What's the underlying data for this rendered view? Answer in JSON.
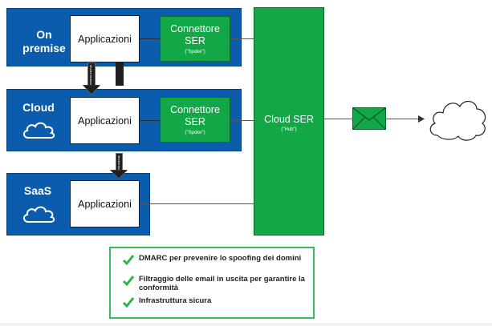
{
  "environments": {
    "on_premise": {
      "label_line1": "On",
      "label_line2": "premise",
      "app_label": "Applicazioni"
    },
    "cloud": {
      "label": "Cloud",
      "app_label": "Applicazioni"
    },
    "saas": {
      "label": "SaaS",
      "app_label": "Applicazioni"
    }
  },
  "connectors": {
    "on_premise": {
      "title_line1": "Connettore",
      "title_line2": "SER",
      "subtitle": "(\"Spoke\")"
    },
    "cloud": {
      "title_line1": "Connettore",
      "title_line2": "SER",
      "subtitle": "(\"Spoke\")"
    }
  },
  "hub": {
    "title": "Cloud SER",
    "subtitle": "(\"Hub\")"
  },
  "migration_arrows": {
    "label1": "Modernization",
    "label2": "Modernization"
  },
  "features": [
    "DMARC per prevenire lo spoofing dei domini",
    "Filtraggio delle email in uscita per garantire la conformità",
    "Infrastruttura sicura"
  ],
  "colors": {
    "environment_blue": "#0b5cad",
    "ser_green": "#12a847",
    "check_green": "#2fb34a"
  },
  "icons": [
    "cloud-icon",
    "envelope-icon",
    "check-icon",
    "internet-cloud-icon"
  ]
}
